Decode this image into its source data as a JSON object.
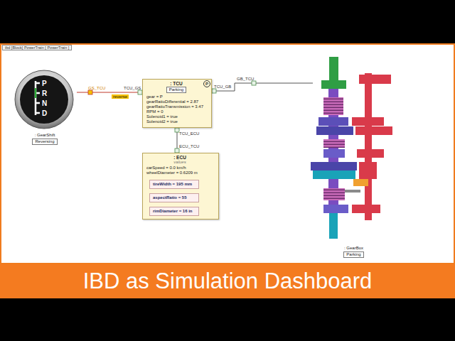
{
  "diagram": {
    "title": "IBD as Simulation Dashboard",
    "nodes": [
      {
        "text": [
          ": GearShift",
          "Reversing"
        ]
      },
      {
        "text": [
          ": TCU",
          "Parking",
          "gear = P",
          "gearRatioDifferential = 2.87",
          "gearRatioTransmission = 3.47",
          "RPM = 0",
          "Solenoid1 = true",
          "Solenoid2 = true"
        ]
      },
      {
        "text": [
          ": ECU",
          "values",
          "carSpeed = 0.0 km/h",
          "wheelDiameter = 0.6209 m"
        ]
      },
      {
        "text": [
          "tireWidth = 195 mm"
        ],
        "in": 2
      },
      {
        "text": [
          "aspectRatio = 55"
        ],
        "in": 2
      },
      {
        "text": [
          "rimDiameter = 16 in"
        ],
        "in": 2
      },
      {
        "text": [
          ": GearBox",
          "Parking"
        ]
      }
    ],
    "edges": [
      {
        "from": 0,
        "to": 1,
        "arrow": "to",
        "label": "reverse"
      },
      {
        "from": 1,
        "to": 2,
        "arrow": "none"
      },
      {
        "from": 1,
        "to": 6,
        "arrow": "none"
      }
    ],
    "labels": [
      "ibd [Block] PowerTrain [ PowerTrain ]",
      "GS_TCU",
      "TCU_GS",
      "TCU_ECU",
      "ECU_TCU",
      "TCU_GB",
      "GB_TCU",
      "P",
      "R",
      "N",
      "D",
      "P"
    ]
  }
}
